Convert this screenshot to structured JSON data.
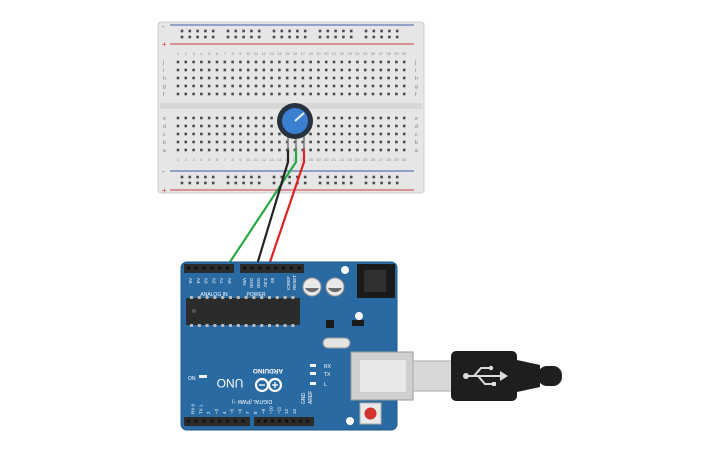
{
  "colors": {
    "breadboard": "#e6e6e6",
    "breadboard_edge": "#cfcfcf",
    "rail_red": "#d33a3a",
    "rail_blue": "#3a5fa8",
    "board_blue": "#2a6aa3",
    "board_dark": "#1f5584",
    "header": "#2b2b2b",
    "wire_green": "#2aa845",
    "wire_black": "#222222",
    "wire_red": "#dd2222",
    "pot_knob": "#3b7fd0",
    "usb_cable": "#1e1e1e",
    "usb_plug": "#d8d8d8"
  },
  "icons": {
    "potentiometer": "potentiometer-icon",
    "usb_symbol": "usb-icon",
    "arduino_logo": "infinity-logo-icon"
  },
  "breadboard": {
    "rail_plus": "+",
    "rail_minus": "-",
    "row_letters_top": [
      "j",
      "i",
      "h",
      "g",
      "f"
    ],
    "row_letters_bottom": [
      "e",
      "d",
      "c",
      "b",
      "a"
    ],
    "column_count": 30
  },
  "arduino": {
    "brand": "ARDUINO",
    "model": "UNO",
    "on_label": "ON",
    "analog_label": "ANALOG IN",
    "power_label": "POWER",
    "digital_label": "DIGITAL (PWM ~)",
    "tx_label": "TX",
    "rx_label": "RX",
    "l_label": "L",
    "aref_label": "AREF",
    "gnd_label": "GND",
    "reset_label": "RESET",
    "ioref_label": "IOREF",
    "analog_pins": [
      "A0",
      "A1",
      "A2",
      "A3",
      "A4",
      "A5"
    ],
    "power_pins": [
      "5V",
      "3.3V",
      "GND",
      "GND",
      "VIN"
    ],
    "digital_pins": [
      "13",
      "12",
      "~11",
      "~10",
      "~9",
      "8",
      "7",
      "~6",
      "~5",
      "4",
      "~3",
      "2",
      "TX 1",
      "RX 0"
    ]
  }
}
